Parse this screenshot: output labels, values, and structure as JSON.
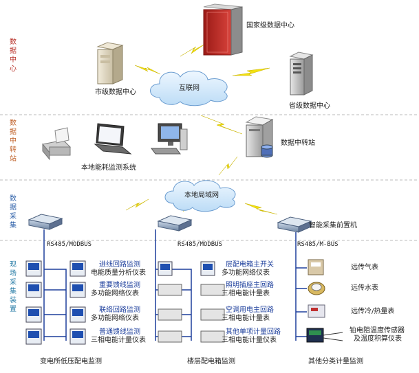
{
  "zones": [
    {
      "label": "数据中心",
      "color": "#b8322a"
    },
    {
      "label": "数据中转站",
      "color": "#c0622a"
    },
    {
      "label": "数据采集",
      "color": "#2c5fa8"
    },
    {
      "label": "现场采集装置",
      "color": "#2c7fa8"
    }
  ],
  "nodes": {
    "national": "国家级数据中心",
    "city": "市级数据中心",
    "province": "省级数据中心",
    "internet": "互联网",
    "relay": "数据中转站",
    "local_monitor": "本地能耗监测系统",
    "lan": "本地局域网",
    "front_end": "智能采集前置机"
  },
  "buses": {
    "left": "RS485/MODBUS",
    "middle": "RS485/MODBUS",
    "right": "RS485/M-BUS"
  },
  "left_devices": [
    {
      "line1": "进线回路监测",
      "line2": "电能质量分析仪表"
    },
    {
      "line1": "重要馈线监测",
      "line2": "多功能网络仪表"
    },
    {
      "line1": "联络回路监测",
      "line2": "多功能网络仪表"
    },
    {
      "line1": "普通馈线监测",
      "line2": "三相电能计量仪表"
    }
  ],
  "middle_devices": [
    {
      "line1": "层配电箱主开关",
      "line2": "多功能网络仪表"
    },
    {
      "line1": "照明插座主回路",
      "line2": "三相电能计量表"
    },
    {
      "line1": "空调用电主回路",
      "line2": "三相电能计量表"
    },
    {
      "line1": "其他单项计量回路",
      "line2": "三相电能计量仪表"
    }
  ],
  "right_devices": [
    {
      "label": "远传气表"
    },
    {
      "label": "远传水表"
    },
    {
      "label": "远传冷/热量表"
    },
    {
      "label": "铂电阻温度传感器",
      "label2": "及温度积算仪表"
    }
  ],
  "columns": {
    "left": "变电所低压配电监测",
    "middle": "楼层配电箱监测",
    "right": "其他分类计量监测"
  },
  "colors": {
    "divider": "#bbbbbb",
    "cloud_fill": "#d9ecfb",
    "cloud_stroke": "#6a9cd0",
    "lightning": "#f2e010",
    "text_blue": "#1d3f9c"
  }
}
